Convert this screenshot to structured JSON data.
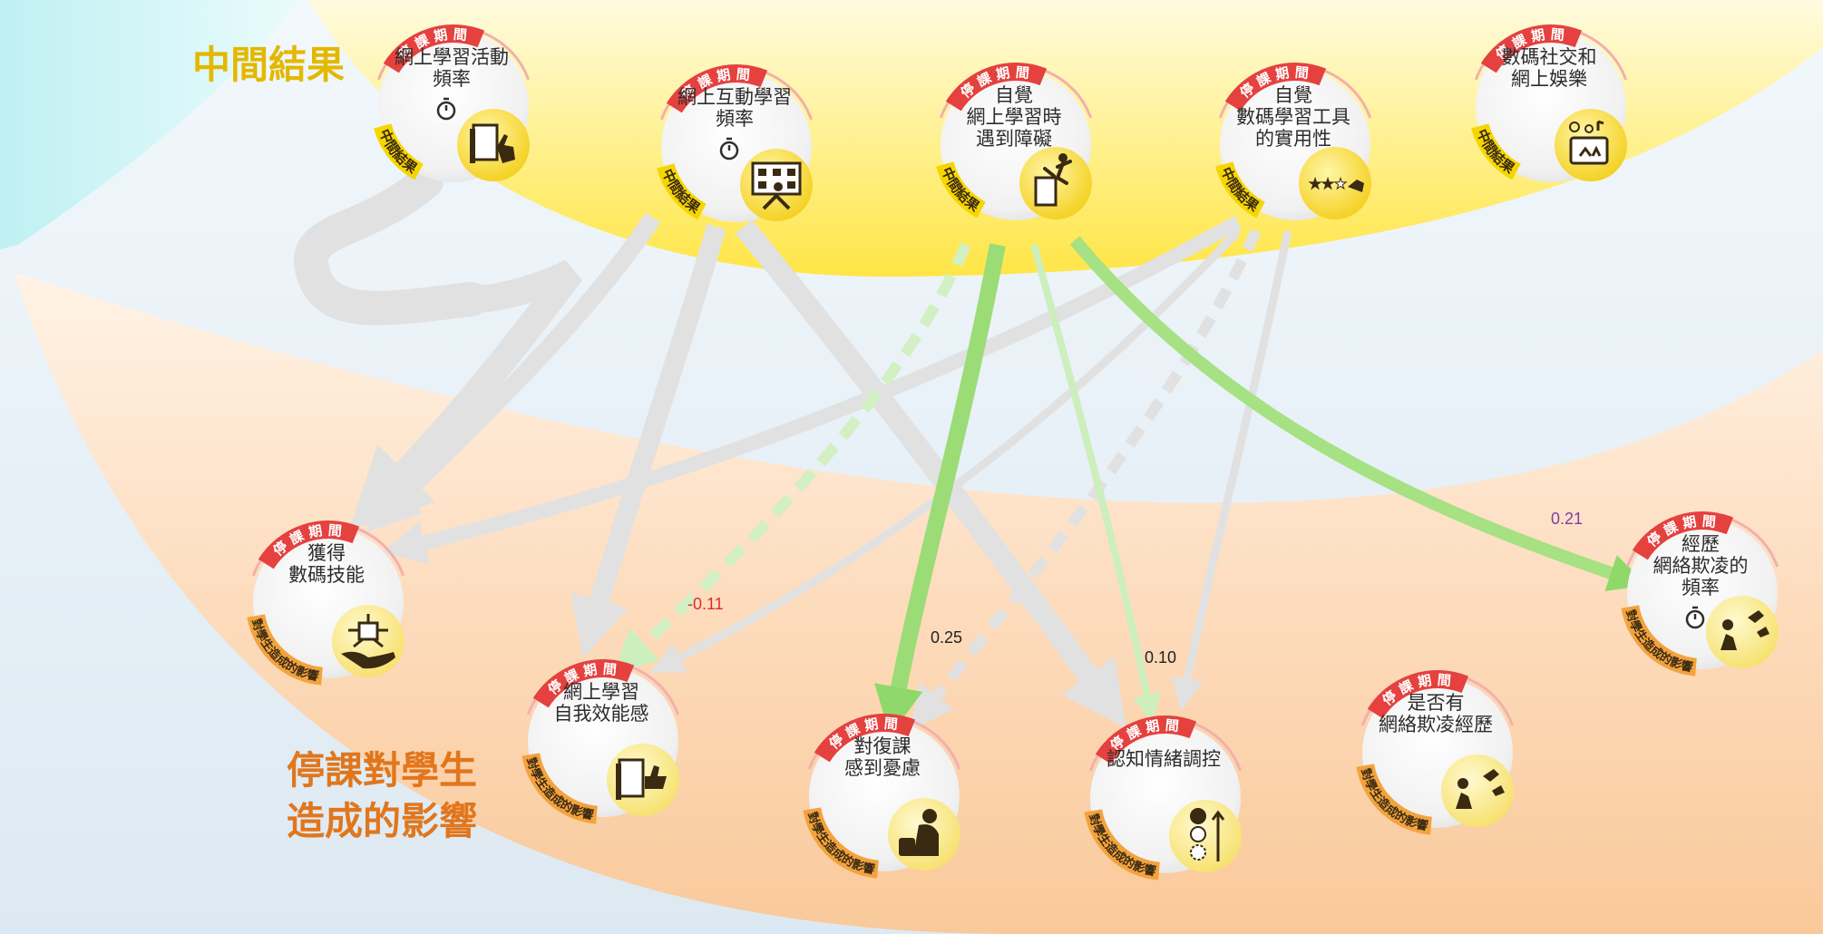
{
  "section_labels": {
    "intermediate": "中間結果",
    "impact_line1": "停課對學生",
    "impact_line2": "造成的影響"
  },
  "colors": {
    "yellow_band": "#ffe545",
    "orange_band": "#fbd7b4",
    "significant_positive": "#8fd86a",
    "not_significant": "#e1e1e1",
    "badge_red": "#e4413f",
    "badge_yellow": "#f5d600",
    "badge_orange": "#f3a33d",
    "icon_dark": "#3a2a12",
    "coef_positive": "#7b3ea8",
    "coef_negative": "#e02a2a"
  },
  "badges": {
    "period": "停 課 期 間",
    "intermediate": "中間結果",
    "impact": "對學生造成的影響"
  },
  "nodes": [
    {
      "id": "online_activity_freq",
      "lines": [
        "網上學習活動",
        "頻率"
      ],
      "group": "intermediate",
      "timer": true,
      "icon": "book-touch-icon"
    },
    {
      "id": "online_interactive_freq",
      "lines": [
        "網上互動學習",
        "頻率"
      ],
      "group": "intermediate",
      "timer": true,
      "icon": "online-class-icon"
    },
    {
      "id": "perceived_obstacles",
      "lines": [
        "自覺",
        "網上學習時",
        "遇到障礙"
      ],
      "group": "intermediate",
      "timer": false,
      "icon": "obstacle-climb-icon"
    },
    {
      "id": "perceived_usefulness",
      "lines": [
        "自覺",
        "數碼學習工具",
        "的實用性"
      ],
      "group": "intermediate",
      "timer": false,
      "icon": "star-rating-icon"
    },
    {
      "id": "digital_social",
      "lines": [
        "數碼社交和",
        "網上娛樂"
      ],
      "group": "intermediate",
      "timer": false,
      "icon": "tablet-social-icon"
    },
    {
      "id": "digital_skills",
      "lines": [
        "獲得",
        "數碼技能"
      ],
      "group": "impact",
      "timer": false,
      "icon": "hand-skills-icon"
    },
    {
      "id": "self_efficacy",
      "lines": [
        "網上學習",
        "自我效能感"
      ],
      "group": "impact",
      "timer": false,
      "icon": "book-thumbsup-icon"
    },
    {
      "id": "resumption_worry",
      "lines": [
        "對復課",
        "感到憂慮"
      ],
      "group": "impact",
      "timer": false,
      "icon": "worried-student-icon"
    },
    {
      "id": "emotion_regulation",
      "lines": [
        "認知情緒調控"
      ],
      "group": "impact",
      "timer": false,
      "icon": "mood-scale-icon"
    },
    {
      "id": "bullying_experience",
      "lines": [
        "是否有",
        "網絡欺凌經歷"
      ],
      "group": "impact",
      "timer": false,
      "icon": "bullying-icon"
    },
    {
      "id": "bullying_freq",
      "lines": [
        "經歷",
        "網絡欺凌的",
        "頻率"
      ],
      "group": "impact",
      "timer": true,
      "icon": "bullying-icon"
    }
  ],
  "paths": [
    {
      "from": "online_activity_freq",
      "to": "digital_skills",
      "style": "ns"
    },
    {
      "from": "online_interactive_freq",
      "to": "digital_skills",
      "style": "ns"
    },
    {
      "from": "online_interactive_freq",
      "to": "self_efficacy",
      "style": "ns"
    },
    {
      "from": "online_interactive_freq",
      "to": "emotion_regulation",
      "style": "ns"
    },
    {
      "from": "perceived_usefulness",
      "to": "digital_skills",
      "style": "ns"
    },
    {
      "from": "perceived_usefulness",
      "to": "self_efficacy",
      "style": "ns"
    },
    {
      "from": "perceived_usefulness",
      "to": "resumption_worry",
      "style": "ns-dashed"
    },
    {
      "from": "perceived_usefulness",
      "to": "emotion_regulation",
      "style": "ns"
    },
    {
      "from": "perceived_obstacles",
      "to": "self_efficacy",
      "style": "sig-dashed",
      "coef": "-0.11"
    },
    {
      "from": "perceived_obstacles",
      "to": "resumption_worry",
      "style": "sig",
      "coef": "0.25"
    },
    {
      "from": "perceived_obstacles",
      "to": "emotion_regulation",
      "style": "sig-thin",
      "coef": "0.10"
    },
    {
      "from": "perceived_obstacles",
      "to": "bullying_freq",
      "style": "sig",
      "coef": "0.21"
    }
  ]
}
